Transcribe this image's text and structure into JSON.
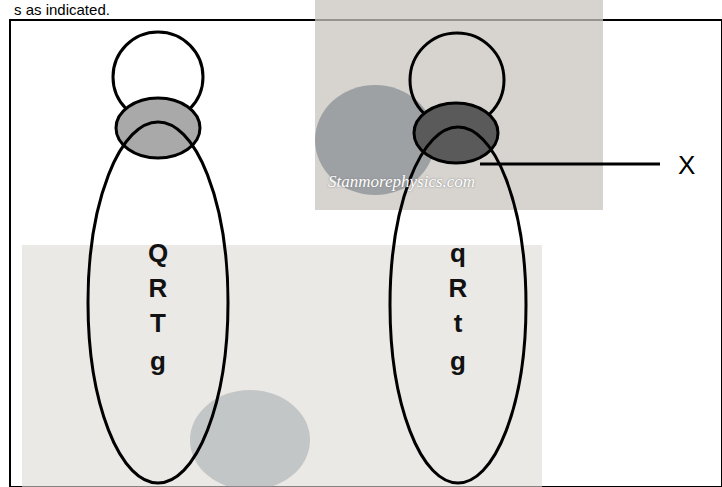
{
  "diagram": {
    "nodes": [
      {
        "text": [
          "Q",
          "R",
          "T",
          "g"
        ]
      },
      {
        "text": [
          "q",
          "R",
          "t",
          "g"
        ]
      }
    ],
    "labels": [
      "X",
      "Stanmorephysics.com",
      "s as indicated."
    ]
  }
}
